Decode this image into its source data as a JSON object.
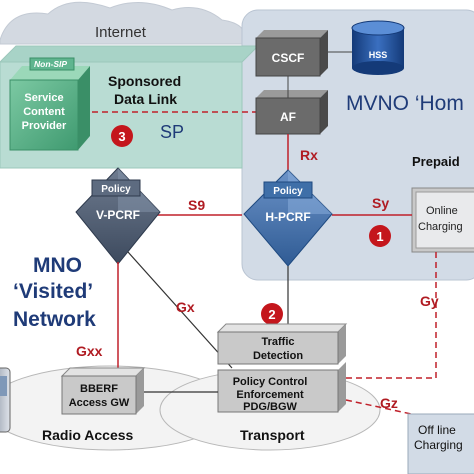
{
  "colors": {
    "cloud": "#d3d9e1",
    "mvno_region": "#d2dbe6",
    "sp_region": "#b9dcd3",
    "box_dark": "#6b6b6b",
    "box_mid": "#c9c9c9",
    "policy_blue": "#3f6fa8",
    "policy_dark": "#4a5a70",
    "red_line": "#c0202a",
    "red_badge": "#c4161c",
    "label_red": "#b01b22",
    "hss_blue": "#1f4f9a",
    "title_blue": "#1f3b78",
    "sp_box": "#5fb58f"
  },
  "labels": {
    "internet": "Internet",
    "mvno_home": "MVNO ‘Hom",
    "sponsored_line1": "Sponsored",
    "sponsored_line2": "Data Link",
    "sp": "SP",
    "prepaid": "Prepaid",
    "mno_line1": "MNO",
    "mno_line2": "‘Visited’",
    "mno_line3": "Network",
    "radio_access": "Radio Access",
    "transport": "Transport"
  },
  "nodes": {
    "non_sip": "Non-SIP",
    "scp_line1": "Service",
    "scp_line2": "Content",
    "scp_line3": "Provider",
    "cscf": "CSCF",
    "hss": "HSS",
    "af": "AF",
    "policy_v": "Policy",
    "vpcrf": "V-PCRF",
    "policy_h": "Policy",
    "hpcrf": "H-PCRF",
    "online_line1": "Online",
    "online_line2": "Charging",
    "traffic_line1": "Traffic",
    "traffic_line2": "Detection",
    "pce_line1": "Policy Control",
    "pce_line2": "Enforcement",
    "pce_line3": "PDG/BGW",
    "bberf_line1": "BBERF",
    "bberf_line2": "Access GW",
    "offline_line1": "Off line",
    "offline_line2": "Charging"
  },
  "interfaces": {
    "rx": "Rx",
    "s9": "S9",
    "sy": "Sy",
    "gx": "Gx",
    "gxx": "Gxx",
    "gy": "Gy",
    "gz": "Gz"
  },
  "badges": {
    "one": "1",
    "two": "2",
    "three": "3"
  }
}
